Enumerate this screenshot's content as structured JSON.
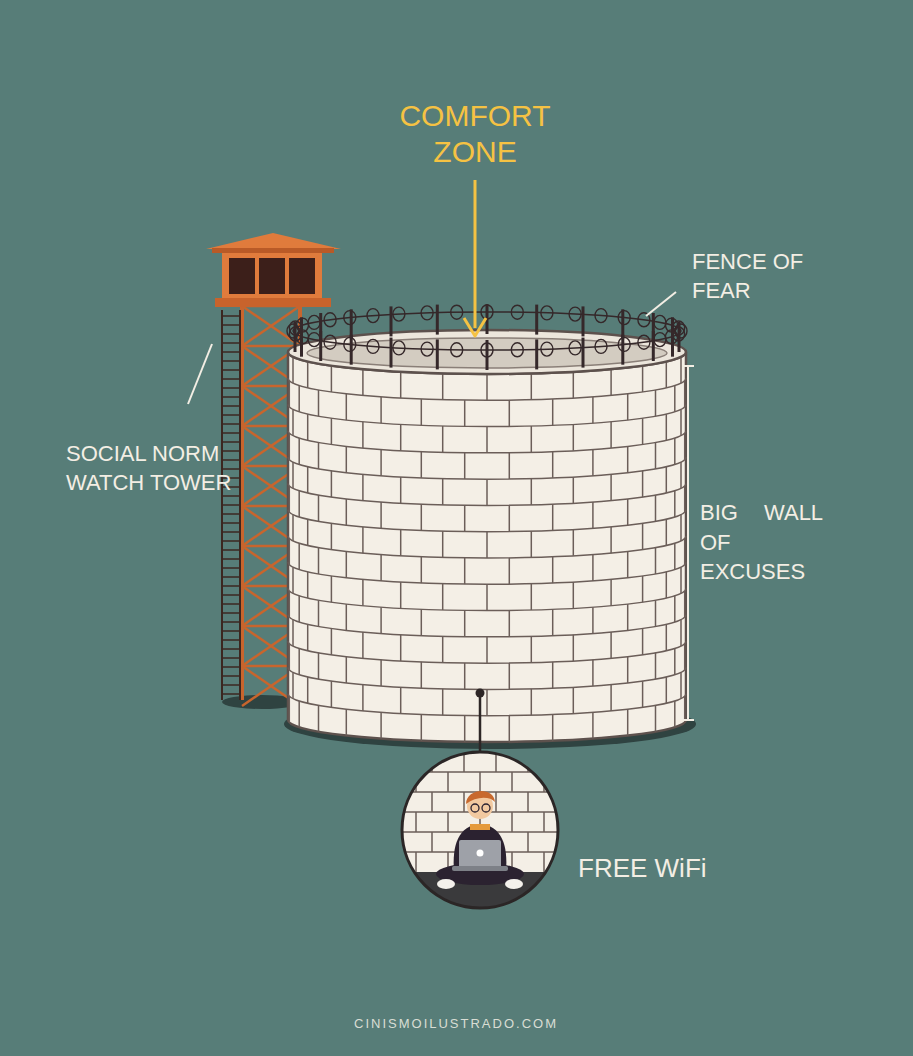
{
  "diagram": {
    "labels": [
      "COMFORT ZONE",
      "FENCE OF FEAR",
      "SOCIAL NORM WATCH TOWER",
      "BIG WALL OF EXCUSES",
      "FREE WiFi",
      "CINISMOILUSTRADO.COM"
    ]
  }
}
